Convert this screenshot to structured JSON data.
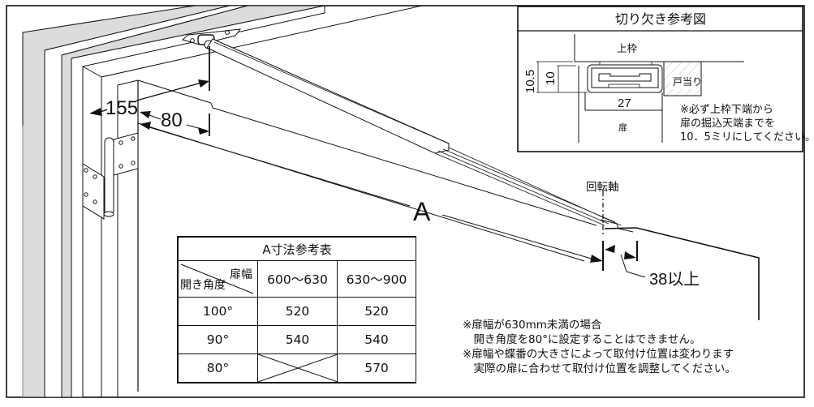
{
  "diagram": {
    "subject": "Door closer installation dimensions",
    "dimensions": {
      "frame_to_pivot": "155",
      "door_edge_to_pivot": "80",
      "arm_length_label": "A",
      "pivot_label": "回転軸",
      "min_clearance": "38以上"
    }
  },
  "cutout_reference": {
    "title": "切り欠き参考図",
    "label_top_frame": "上枠",
    "label_door_stop": "戸当り",
    "label_door": "扉",
    "dim_height_outer": "10.5",
    "dim_height_inner": "10",
    "dim_width": "27",
    "note_lines": [
      "※必ず上枠下端から",
      "扉の掘込天端までを",
      "10．5ミリにしてください。"
    ]
  },
  "a_table": {
    "title": "A寸法参考表",
    "corner_top": "扉幅",
    "corner_bottom": "開き角度",
    "columns": [
      "600〜630",
      "630〜900"
    ],
    "rows": [
      {
        "angle": "100°",
        "values": [
          "520",
          "520"
        ]
      },
      {
        "angle": "90°",
        "values": [
          "540",
          "540"
        ]
      },
      {
        "angle": "80°",
        "values": [
          null,
          "570"
        ],
        "na_cell": 0
      }
    ]
  },
  "notes": [
    "※扉幅が630mm未満の場合",
    "　開き角度を80°に設定することはできません。",
    "※扉幅や蝶番の大きさによって取付け位置は変わります",
    "　実際の扉に合わせて取付け位置を調整してください。"
  ],
  "colors": {
    "line": "#111111",
    "frame_gray": "#dcdcdc",
    "background": "#ffffff"
  }
}
